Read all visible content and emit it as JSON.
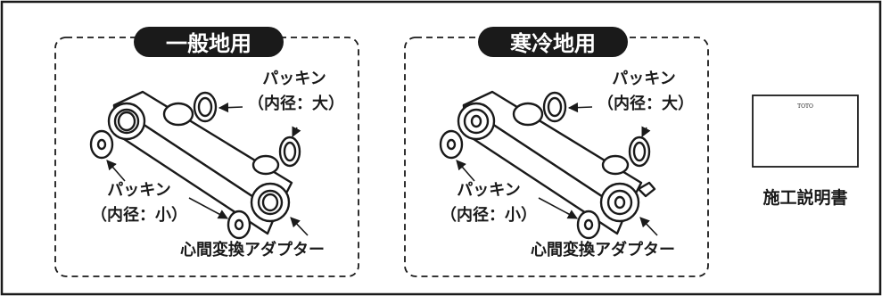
{
  "panels": [
    {
      "title": "一般地用",
      "labels": {
        "packing_large_line1": "パッキン",
        "packing_large_line2": "（内径：大）",
        "packing_small_line1": "パッキン",
        "packing_small_line2": "（内径：小）",
        "adapter": "心間変換アダプター"
      }
    },
    {
      "title": "寒冷地用",
      "labels": {
        "packing_large_line1": "パッキン",
        "packing_large_line2": "（内径：大）",
        "packing_small_line1": "パッキン",
        "packing_small_line2": "（内径：小）",
        "adapter": "心間変換アダプター"
      }
    }
  ],
  "manual": {
    "cover_text": "TOTO",
    "label": "施工説明書"
  }
}
